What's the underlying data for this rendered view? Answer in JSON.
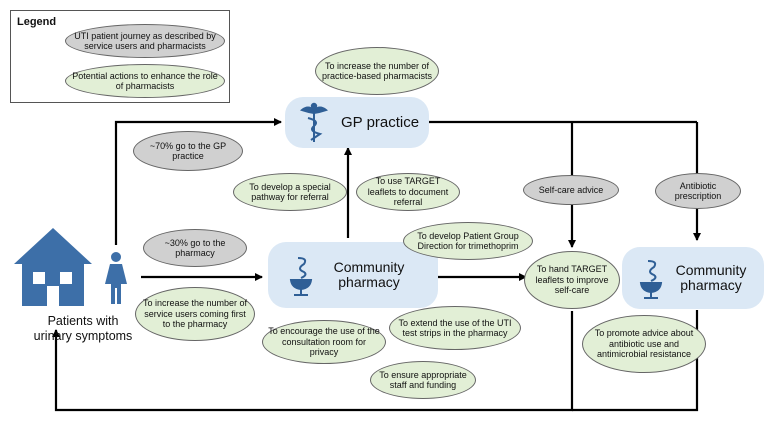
{
  "legend": {
    "title": "Legend",
    "journey": "UTI patient journey as described by service users and pharmacists",
    "actions": "Potential actions to enhance the role of pharmacists"
  },
  "nodes": {
    "gp": "GP practice",
    "community1": "Community pharmacy",
    "community2": "Community pharmacy",
    "patients": "Patients with urinary symptoms"
  },
  "journey": {
    "gp70": "~70% go to the GP practice",
    "pharm30": "~30% go to the pharmacy",
    "selfcare": "Self-care advice",
    "antibiotic": "Antibiotic prescription"
  },
  "actions": {
    "increase_practice": "To increase the number of practice-based pharmacists",
    "special_pathway": "To develop a special pathway for referral",
    "target_referral": "To use TARGET leaflets to document referral",
    "pgd": "To develop Patient Group Direction for trimethoprim",
    "hand_target": "To hand TARGET leaflets to improve self-care",
    "increase_users": "To increase the number of service users coming first to the pharmacy",
    "consultation": "To encourage the use of the consultation room for privacy",
    "test_strips": "To extend the use of the UTI test strips in the pharmacy",
    "staff": "To ensure appropriate staff and funding",
    "advice_antibiotic": "To promote advice about antibiotic use and antimicrobial resistance"
  },
  "colors": {
    "journey_fill": "#d0d0d0",
    "action_fill": "#e2efd6",
    "node_fill": "#dbe8f5",
    "house": "#3d6fa8",
    "icon": "#2f5f96"
  }
}
